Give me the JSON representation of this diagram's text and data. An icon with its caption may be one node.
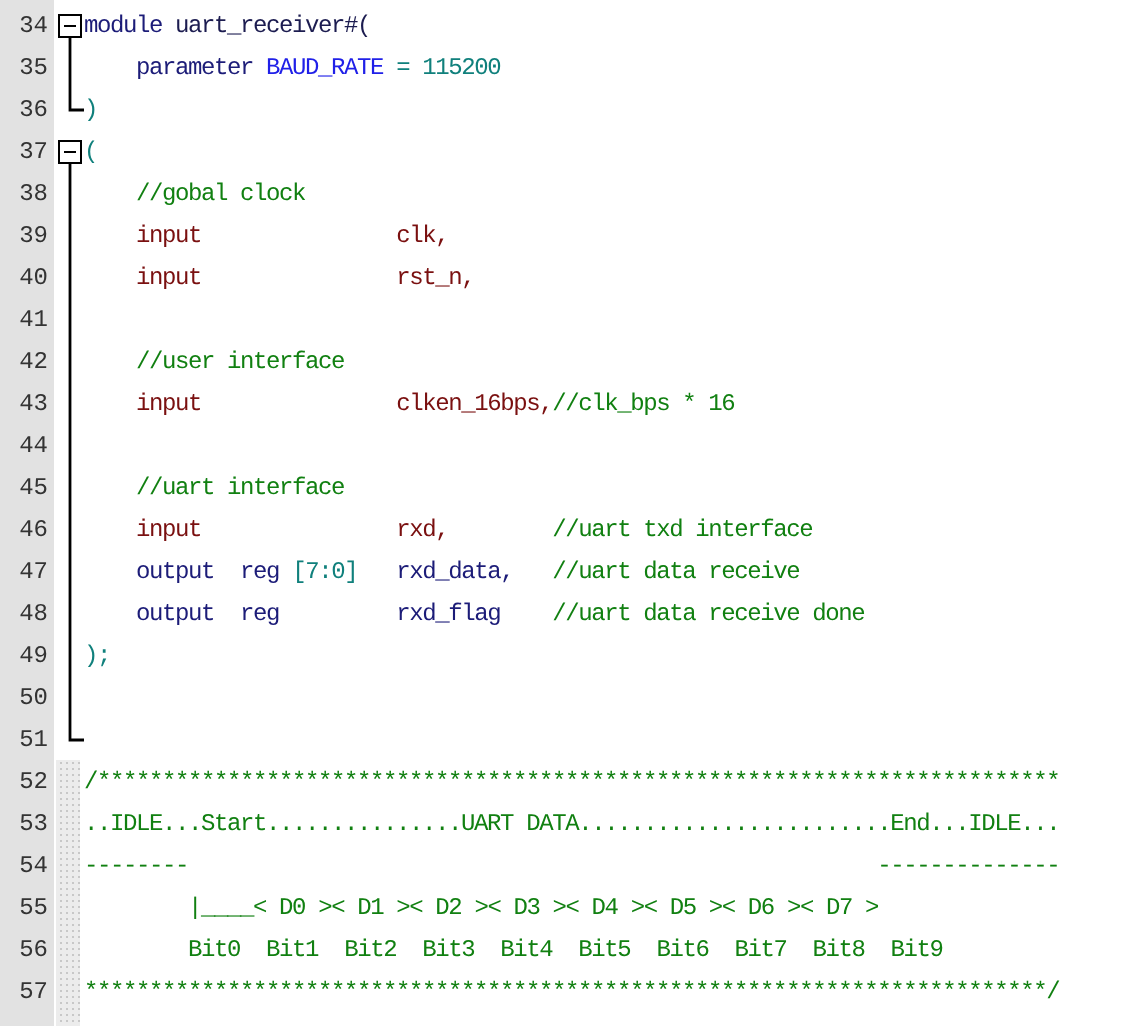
{
  "diagram": {
    "labels": [
      "34",
      "module uart_receiver#(",
      "35",
      "    parameter BAUD_RATE = 115200",
      "36",
      ")",
      "37",
      "(",
      "38",
      "    //gobal clock",
      "39",
      "    input               clk,",
      "40",
      "    input               rst_n,",
      "41",
      "42",
      "    //user interface",
      "43",
      "    input               clken_16bps,//clk_bps * 16",
      "44",
      "45",
      "    //uart interface",
      "46",
      "    input               rxd,        //uart txd interface",
      "47",
      "    output  reg [7:0]   rxd_data,   //uart data receive",
      "48",
      "    output  reg         rxd_flag    //uart data receive done",
      "49",
      ");",
      "50",
      "51",
      "52",
      "/**************************************************************************",
      "53",
      "..IDLE...Start...............UART DATA........................End...IDLE...",
      "54",
      "--------                                                     --------------",
      "55",
      "        |____< D0 >< D1 >< D2 >< D3 >< D4 >< D5 >< D6 >< D7 >",
      "56",
      "        Bit0  Bit1  Bit2  Bit3  Bit4  Bit5  Bit6  Bit7  Bit8  Bit9",
      "57",
      "**************************************************************************/"
    ]
  }
}
